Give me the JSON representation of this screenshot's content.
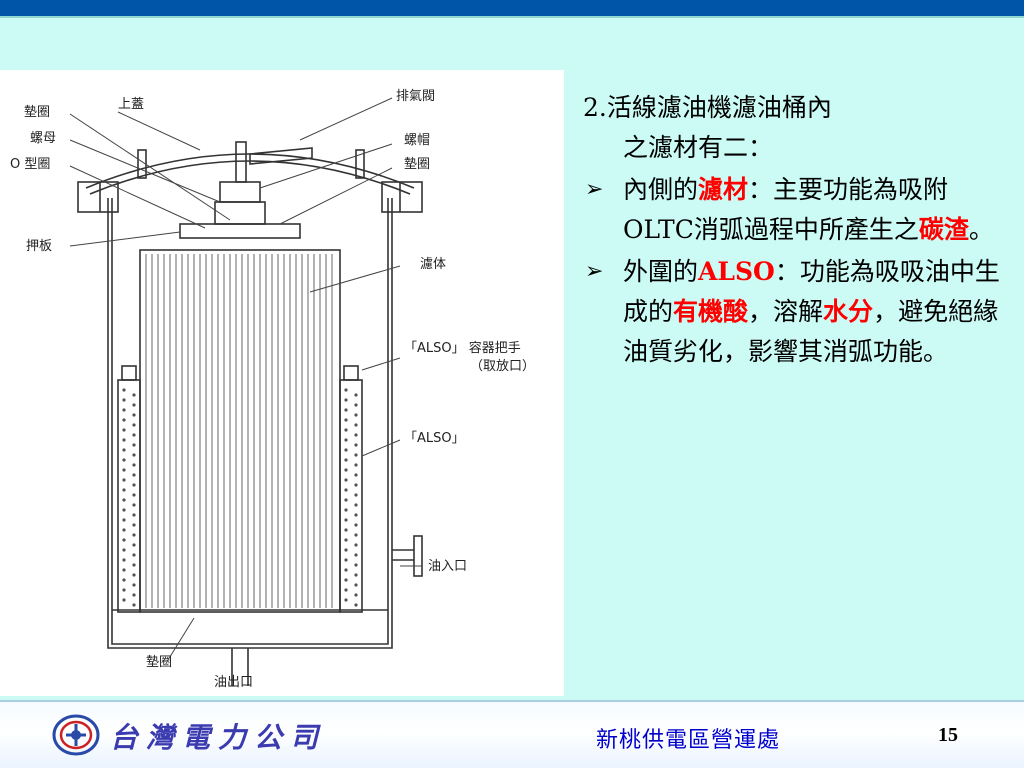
{
  "figure": {
    "labels": {
      "gasket": "墊圈",
      "nut": "螺母",
      "o_ring": "O 型圈",
      "lid": "上蓋",
      "vent_valve": "排氣閥",
      "cap_nut": "螺帽",
      "gasket_right": "墊圈",
      "press_plate": "押板",
      "filter_body": "濾体",
      "also_handle": "「ALSO」 容器把手",
      "also_handle_note": "（取放口）",
      "also": "「ALSO」",
      "oil_inlet": "油入口",
      "gasket_bottom": "墊圈",
      "oil_outlet": "油出口"
    }
  },
  "content": {
    "heading_line1": "2.活線濾油機濾油桶內",
    "heading_line2": "之濾材有二：",
    "bullet1": {
      "pre": "內側的",
      "hl1": "濾材",
      "mid": "：主要功能為吸附OLTC消弧過程中所產生之",
      "hl2": "碳渣",
      "post": "。"
    },
    "bullet2": {
      "pre": "外圍的",
      "hl1": "ALSO",
      "mid1": "：功能為吸吸油中生成的",
      "hl2": "有機酸",
      "mid2": "，溶解",
      "hl3": "水分",
      "post": "，避免絕緣油質劣化，影響其消弧功能。"
    }
  },
  "footer": {
    "company": "台灣電力公司",
    "office": "新桃供電區營運處",
    "page": "15"
  },
  "colors": {
    "background": "#ccfbf5",
    "top_bar": "#0055a8",
    "highlight": "#ff0000",
    "office_text": "#0000cc"
  },
  "icons": {
    "bullet": "arrow-bullet-icon",
    "logo": "taipower-logo-icon"
  }
}
